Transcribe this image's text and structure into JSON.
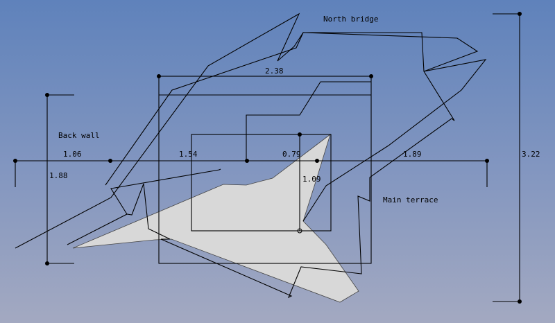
{
  "labels": {
    "north_bridge": "North bridge",
    "back_wall": "Back wall",
    "main_terrace": "Main terrace"
  },
  "dimensions": {
    "top_width": "2.38",
    "h_seg1": "1.06",
    "h_seg2": "1.54",
    "h_seg3": "0.79",
    "h_seg4": "1.89",
    "left_height": "1.88",
    "inner_height": "1.09",
    "right_height": "3.22"
  },
  "colors": {
    "background_top": "#5f82bb",
    "background_bottom": "#a3a9c1",
    "terrace_fill": "#d8d8d8",
    "line": "#000000"
  }
}
